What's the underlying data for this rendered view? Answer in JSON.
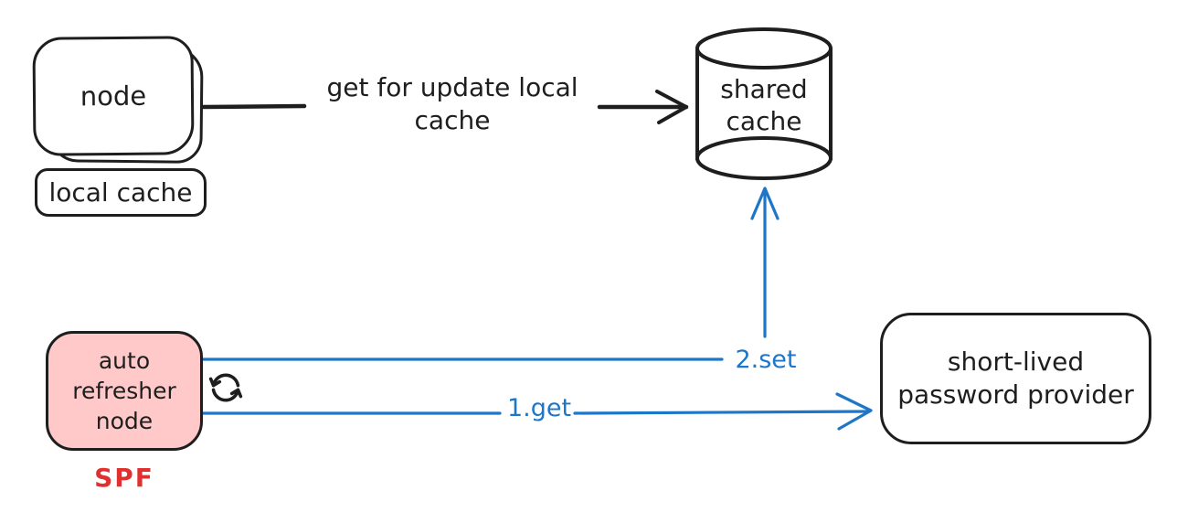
{
  "nodes": {
    "node": {
      "label": "node"
    },
    "local_cache": {
      "label": "local cache"
    },
    "shared_cache": {
      "label": "shared cache"
    },
    "auto_refresher": {
      "label": "auto refresher node",
      "badge": "SPF"
    },
    "password_provider": {
      "label": "short-lived password provider"
    }
  },
  "edges": {
    "get_for_update": {
      "label": "get for update local cache"
    },
    "set": {
      "label": "2.set"
    },
    "get": {
      "label": "1.get"
    }
  },
  "icons": {
    "refresh": "refresh-cycle-icon"
  },
  "colors": {
    "ink": "#1e1e1e",
    "blue": "#1e76c8",
    "pink": "#ffc9c9",
    "red": "#e03131",
    "bg": "#ffffff"
  }
}
